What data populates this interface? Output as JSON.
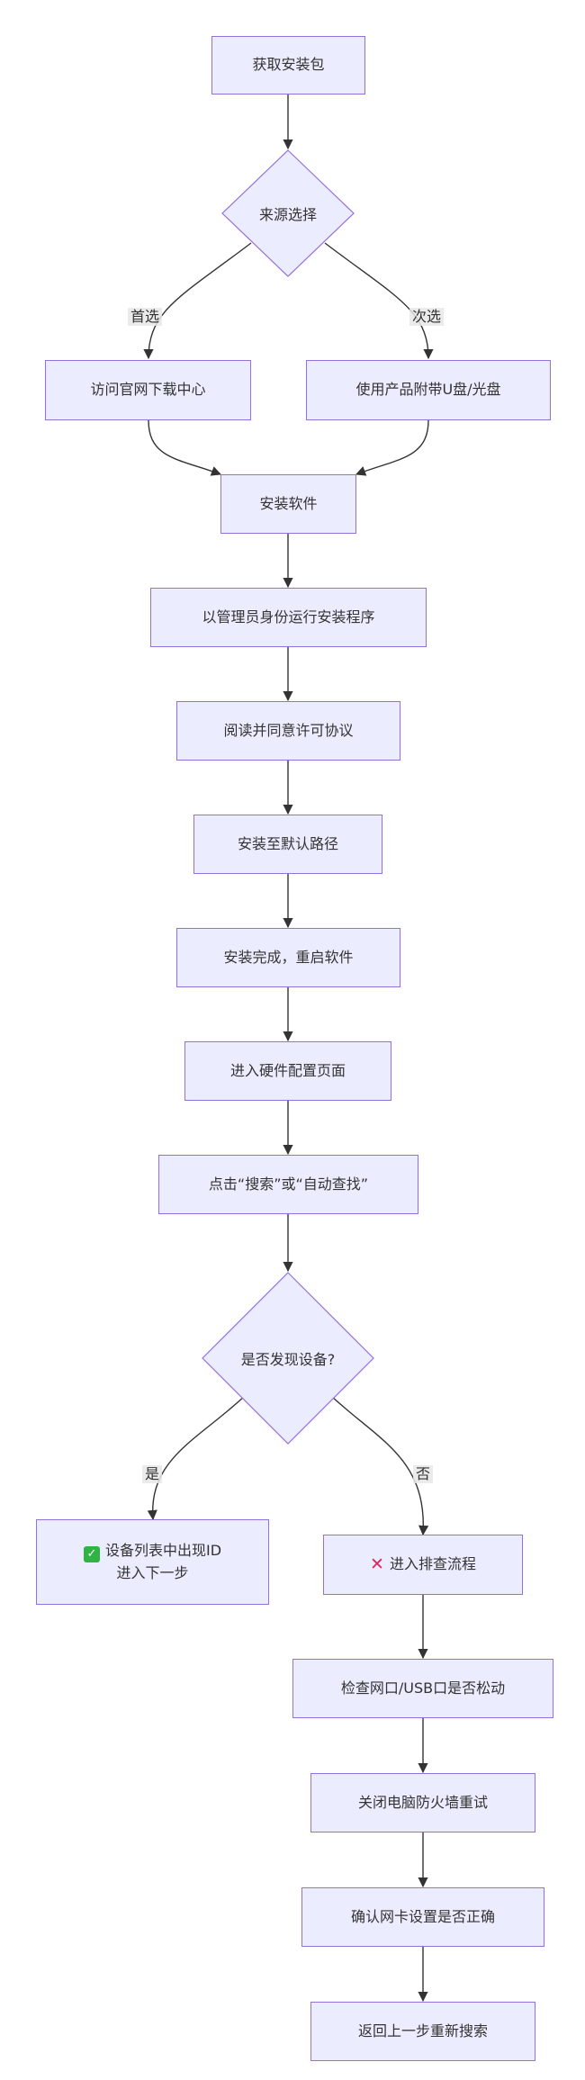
{
  "colors": {
    "node_fill": "#ececff",
    "node_border": "#9370db",
    "edge": "#333333",
    "text": "#333333"
  },
  "nodes": {
    "get_package": "获取安装包",
    "source_choice": "来源选择",
    "official_site": "访问官网下载中心",
    "usb_disk": "使用产品附带U盘/光盘",
    "install_software": "安装软件",
    "run_as_admin": "以管理员身份运行安装程序",
    "read_agreement": "阅读并同意许可协议",
    "default_path": "安装至默认路径",
    "install_done": "安装完成，重启软件",
    "hw_config": "进入硬件配置页面",
    "click_search": "点击“搜索”或“自动查找”",
    "device_found": "是否发现设备?",
    "device_id_line1": "设备列表中出现ID",
    "device_id_line2": "进入下一步",
    "troubleshoot": "进入排查流程",
    "check_ports": "检查网口/USB口是否松动",
    "firewall": "关闭电脑防火墙重试",
    "nic_settings": "确认网卡设置是否正确",
    "retry_search": "返回上一步重新搜索"
  },
  "edge_labels": {
    "preferred": "首选",
    "secondary": "次选",
    "yes": "是",
    "no": "否"
  },
  "icons": {
    "success": "check-mark-icon",
    "failure": "cross-mark-icon"
  }
}
